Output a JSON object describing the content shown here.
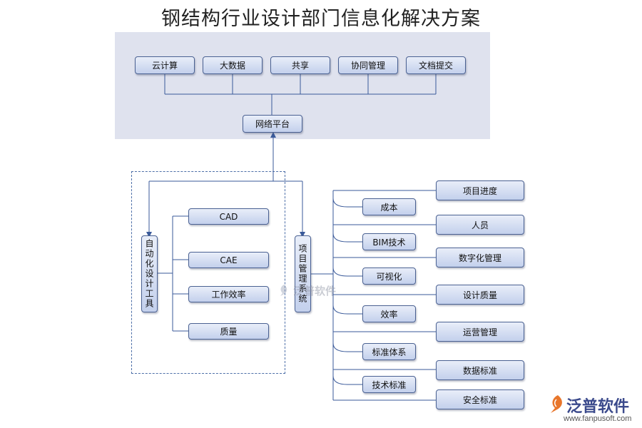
{
  "title": "钢结构行业设计部门信息化解决方案",
  "top_nodes": [
    "云计算",
    "大数据",
    "共享",
    "协同管理",
    "文档提交"
  ],
  "platform": "网络平台",
  "auto_design": {
    "label": "自动化设计工具",
    "items": [
      "CAD",
      "CAE",
      "工作效率",
      "质量"
    ]
  },
  "project_mgmt": {
    "label": "项目管理系统",
    "inner_items": [
      "成本",
      "BIM技术",
      "可视化",
      "效率",
      "标准体系",
      "技术标准"
    ],
    "outer_items": [
      "项目进度",
      "人员",
      "数字化管理",
      "设计质量",
      "运营管理",
      "数据标准",
      "安全标准"
    ]
  },
  "watermark_center": "泛普软件",
  "logo": {
    "name": "泛普软件",
    "url": "www.fanpusoft.com"
  },
  "colors": {
    "panel_bg": "#dfe2ee",
    "box_border": "#4a6192",
    "line": "#3a5a9a",
    "dashed_border": "#4d6fa8"
  }
}
